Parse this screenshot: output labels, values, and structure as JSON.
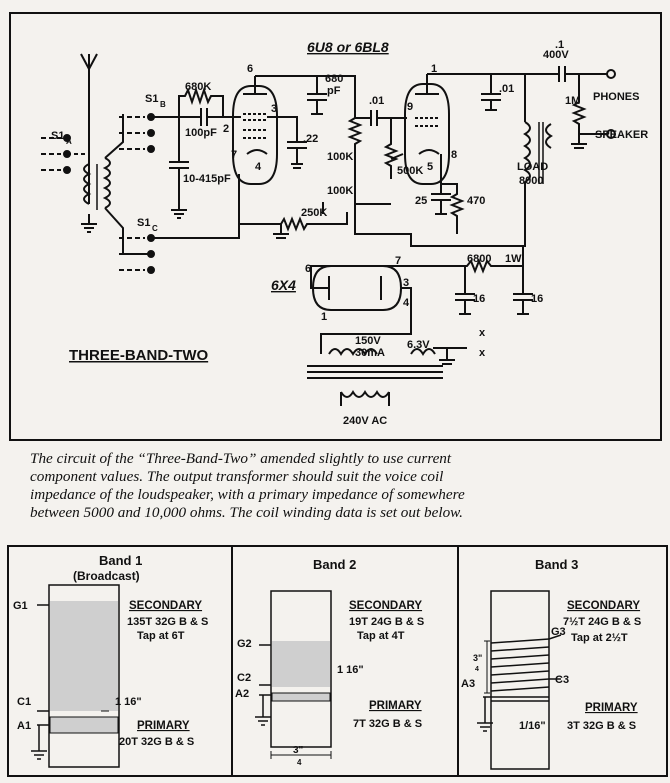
{
  "diagram": {
    "tube1": "6U8 or 6BL8",
    "tube2": "6X4",
    "title": "THREE-BAND-TWO",
    "labels": {
      "s1a": "S1",
      "s1a_sub": "A",
      "s1b": "S1",
      "s1b_sub": "B",
      "s1c": "S1",
      "s1c_sub": "C",
      "r680k": "680K",
      "c100pf": "100pF",
      "c10_415": "10-415pF",
      "c680pf_a": "680",
      "c680pf_b": "pF",
      "c22": ".22",
      "c01a": ".01",
      "c01b": ".01",
      "c1": ".1",
      "v400": "400V",
      "r100k_a": "100K",
      "r100k_b": "100K",
      "r250k": "250K",
      "r500k": "500K",
      "c25": "25",
      "r470": "470",
      "r1m": "1M",
      "load": "LOAD",
      "load_val": "8000",
      "phones": "PHONES",
      "speaker": "SPEAKER",
      "r6800": "6800",
      "w1": "1W",
      "c16a": "16",
      "c16b": "16",
      "v150": "150V",
      "ma30": "30mA",
      "v63": "6.3V",
      "ac240": "240V AC",
      "pin6": "6",
      "pin3": "3",
      "pin2": "2",
      "pin7": "7",
      "pin4": "4",
      "pin1": "1",
      "pin9": "9",
      "pin5": "5",
      "pin8": "8",
      "v_pin6": "6",
      "v_pin7": "7",
      "v_pin3": "3",
      "v_pin4": "4",
      "v_pin1": "1",
      "x": "x"
    }
  },
  "caption": {
    "line1": "The circuit of the “Three-Band-Two” amended slightly to use current",
    "line2": "component values. The output transformer should suit the voice coil",
    "line3": "impedance of the loudspeaker, with a primary impedance of somewhere",
    "line4": "between 5000 and 10,000 ohms. The coil winding data is set out below."
  },
  "bands": [
    {
      "title": "Band 1",
      "subtitle": "(Broadcast)",
      "tap_top": "G1",
      "tap_mid": "C1",
      "tap_bot": "A1",
      "secondary": "SECONDARY",
      "sec_spec": "135T 32G B & S",
      "sec_tap": "Tap at 6T",
      "gap": "1 16\"",
      "primary": "PRIMARY",
      "pri_spec": "20T 32G B & S"
    },
    {
      "title": "Band 2",
      "tap_top": "G2",
      "tap_mid": "C2",
      "tap_bot": "A2",
      "secondary": "SECONDARY",
      "sec_spec": "19T 24G B & S",
      "sec_tap": "Tap at 4T",
      "gap": "1 16\"",
      "primary": "PRIMARY",
      "pri_spec": "7T 32G B & S",
      "width": "3\"",
      "width_den": "4"
    },
    {
      "title": "Band 3",
      "tap_top": "G3",
      "tap_mid": "C3",
      "tap_bot": "A3",
      "secondary": "SECONDARY",
      "sec_spec": "7½T 24G B & S",
      "sec_tap": "Tap at 2½T",
      "gap": "1/16\"",
      "primary": "PRIMARY",
      "pri_spec": "3T 32G B & S",
      "height": "3\"",
      "height_den": "4"
    }
  ]
}
